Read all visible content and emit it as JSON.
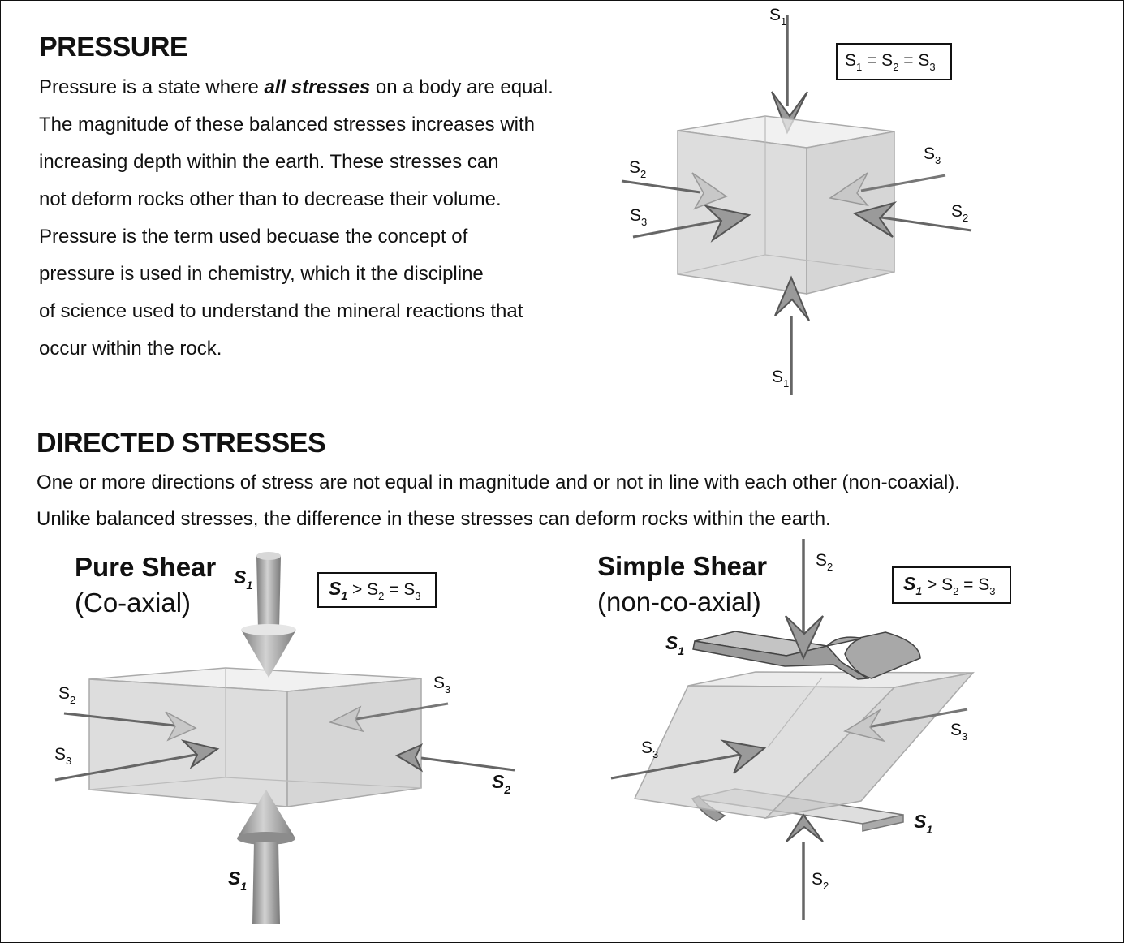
{
  "pressure": {
    "heading": "PRESSURE",
    "lines": [
      "The magnitude of these balanced stresses increases with",
      "increasing depth within the earth. These stresses can",
      "not deform rocks other than to decrease their volume.",
      "Pressure is the term used becuase the concept of",
      "pressure is used in chemistry, which it the discipline",
      "of science used to understand the mineral reactions that",
      "occur within the rock."
    ],
    "line1_pre": "Pressure is a state where ",
    "line1_emph": "all stresses",
    "line1_post": " on a body are equal.",
    "equation": {
      "s1": "S",
      "s1_sub": "1",
      "eq1": " = S",
      "s2_sub": "2",
      "eq2": " = S",
      "s3_sub": "3"
    }
  },
  "directed": {
    "heading": "DIRECTED STRESSES",
    "lines": [
      "One or more directions of stress are not equal in magnitude and or not in line with each other (non-coaxial).",
      "Unlike balanced stresses, the difference in these stresses can deform rocks within the earth."
    ]
  },
  "pure_shear": {
    "title": "Pure Shear",
    "subtitle": "(Co-axial)",
    "equation": {
      "s1": "S",
      "s1_sub": "1",
      "gt": " > S",
      "s2_sub": "2",
      "eq": " = S",
      "s3_sub": "3"
    }
  },
  "simple_shear": {
    "title": "Simple Shear",
    "subtitle": "(non-co-axial)",
    "equation": {
      "s1": "S",
      "s1_sub": "1",
      "gt": " > S",
      "s2_sub": "2",
      "eq": " = S",
      "s3_sub": "3"
    }
  },
  "labels": {
    "s": "S",
    "sub1": "1",
    "sub2": "2",
    "sub3": "3"
  }
}
